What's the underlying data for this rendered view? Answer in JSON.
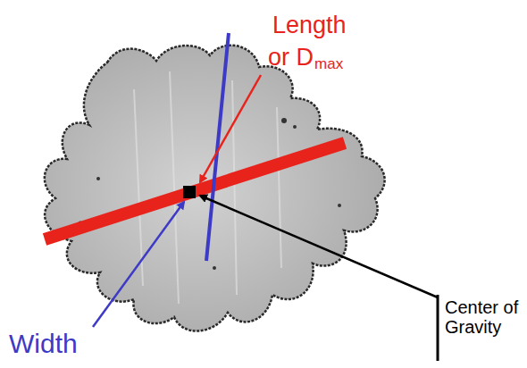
{
  "diagram": {
    "labels": [
      "Length",
      "or D",
      "max",
      "Width",
      "Center of Gravity"
    ]
  }
}
